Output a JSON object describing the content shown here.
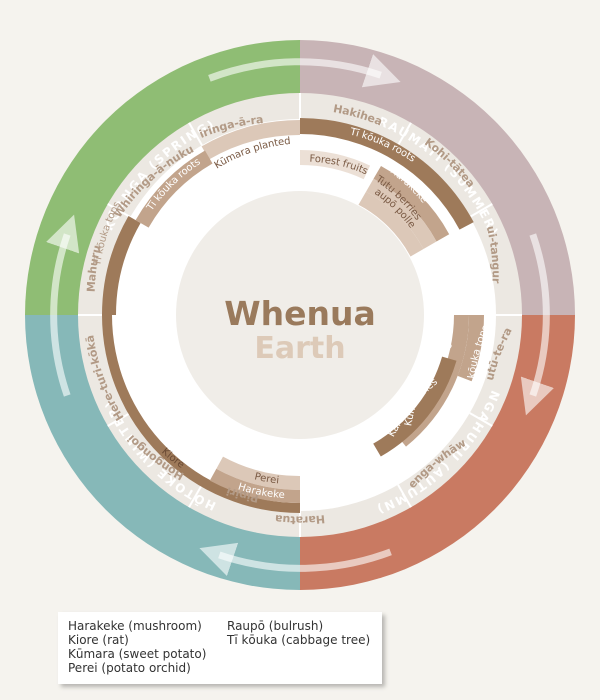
{
  "centre": {
    "title": "Whenua",
    "subtitle": "Earth"
  },
  "colors": {
    "spring": "#8fbd74",
    "summer": "#c8b4b6",
    "autumn": "#c97a62",
    "winter": "#86b8b8",
    "band": "#ece8e2",
    "dark_brown": "#9e7a5a",
    "mid_brown": "#c2a48c",
    "light_brown": "#dcc8b8",
    "title": "#9a7a5c",
    "subtitle": "#ddcab8"
  },
  "seasons": [
    {
      "id": "spring",
      "label": "KŌANGA (SPRING)"
    },
    {
      "id": "summer",
      "label": "RAUMATI (SUMMER)"
    },
    {
      "id": "autumn",
      "label": "NGAHURU (AUTUMN)"
    },
    {
      "id": "winter",
      "label": "HŌTOKE (WINTER)"
    }
  ],
  "months": [
    "Whiringa-ā-rangi",
    "Hakihea",
    "Kohi-tātea",
    "Hui-tanguru",
    "Poutū-te-rangi",
    "Paenga-whāwhā",
    "Haratua",
    "Pipiri",
    "Hōngongoi",
    "Here-turi-kōkā",
    "Mahuru",
    "Whiringa-ā-nuku"
  ],
  "activities": [
    "Kūmara planted",
    "Forest fruits",
    "Tī kōuka roots",
    "Harakeke",
    "Tutu berries",
    "Raupō pollen",
    "Tī kōuka tops",
    "Kūmara harvesting",
    "Karaka berries",
    "Kiore",
    "Perei",
    "Harakeke",
    "Tī kōuka tops",
    "Tī kōuka roots"
  ],
  "legend": {
    "left": [
      "Harakeke (mushroom)",
      "Kiore (rat)",
      "Kūmara (sweet potato)",
      "Perei (potato orchid)"
    ],
    "right": [
      "Raupō (bulrush)",
      "Tī kōuka (cabbage tree)"
    ]
  }
}
